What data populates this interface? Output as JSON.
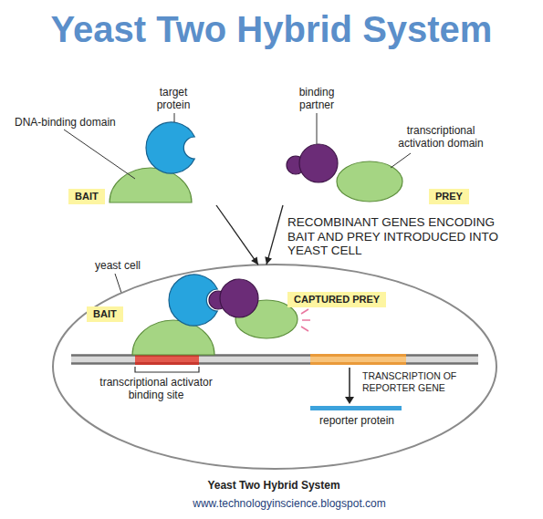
{
  "diagram": {
    "title": "Yeast Two Hybrid System",
    "caption": "Yeast Two Hybrid System",
    "nodes": [
      {
        "text": [
          "BAIT"
        ]
      },
      {
        "text": [
          "PREY"
        ]
      },
      {
        "text": [
          "yeast cell"
        ]
      },
      {
        "text": [
          "BAIT"
        ],
        "in": 2
      },
      {
        "text": [
          "CAPTURED PREY"
        ],
        "in": 2
      }
    ],
    "edges": [
      {
        "from": 0,
        "to": 2,
        "arrow": "to"
      },
      {
        "from": 1,
        "to": 2,
        "arrow": "to"
      }
    ],
    "labels": [
      "target protein",
      "DNA-binding domain",
      "binding partner",
      "transcriptional activation domain",
      "RECOMBINANT GENES ENCODING BAIT AND PREY INTRODUCED INTO YEAST CELL",
      "transcriptional activator binding site",
      "TRANSCRIPTION OF REPORTER GENE",
      "reporter protein",
      "www.technologyinscience.blogspot.com"
    ]
  }
}
